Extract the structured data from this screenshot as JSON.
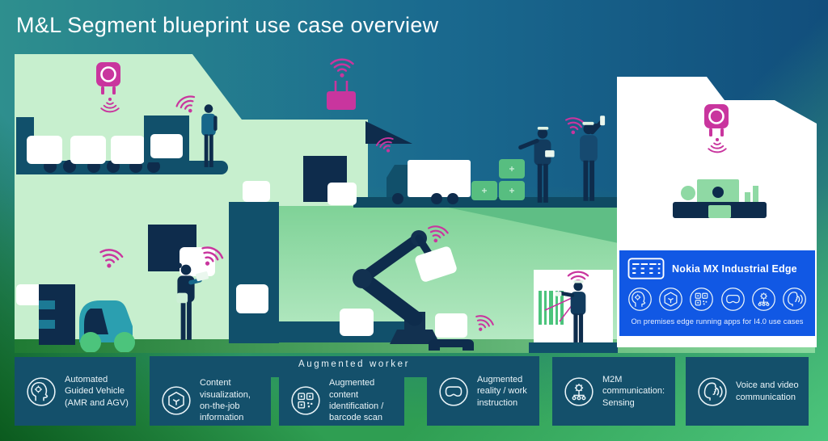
{
  "title": "M&L Segment blueprint use case overview",
  "colors": {
    "magenta": "#C9359E",
    "nokia_blue": "#1158E4",
    "card_background": "#14506B",
    "factory_light_green": "#C7EFCE",
    "bright_green": "#4CC47C",
    "dark_navy": "#0E2C4C"
  },
  "augmented_worker_label": "Augmented worker",
  "edge_panel": {
    "title": "Nokia MX Industrial Edge",
    "caption": "On premises edge running apps for I4.0 use cases",
    "server_icon": "server-rack-icon",
    "icons": [
      "ai-head-icon",
      "cube-icon",
      "qr-code-icon",
      "vr-goggles-icon",
      "m2m-network-icon",
      "voice-icon"
    ]
  },
  "use_cases": [
    {
      "icon": "ai-head-icon",
      "label": "Automated Guided Vehicle (AMR and AGV)"
    },
    {
      "icon": "cube-icon",
      "label": "Content visualization, on-the-job information"
    },
    {
      "icon": "qr-code-icon",
      "label": "Augmented content identification / barcode scan"
    },
    {
      "icon": "vr-goggles-icon",
      "label": "Augmented reality / work instruction"
    },
    {
      "icon": "m2m-network-icon",
      "label": "M2M communication: Sensing"
    },
    {
      "icon": "voice-icon",
      "label": "Voice and video communication"
    }
  ]
}
